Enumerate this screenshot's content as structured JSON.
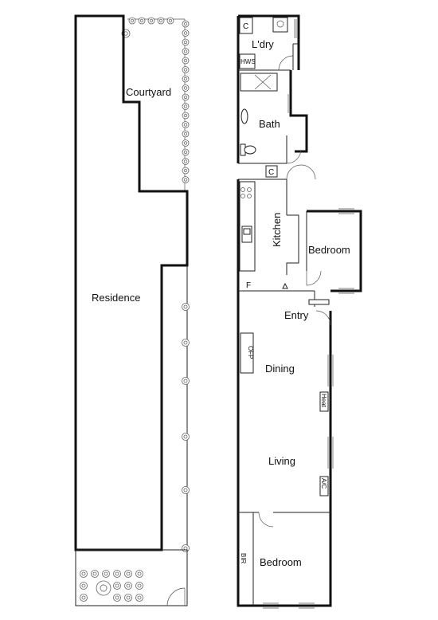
{
  "plan": {
    "neighbour": {
      "courtyard_label": "Courtyard",
      "residence_label": "Residence"
    },
    "rooms": {
      "laundry": "L'dry",
      "bath": "Bath",
      "kitchen": "Kitchen",
      "bedroom_front_side": "Bedroom",
      "entry": "Entry",
      "dining": "Dining",
      "living": "Living",
      "bedroom_rear": "Bedroom"
    },
    "fixtures": {
      "cupboard_laundry": "C",
      "hws": "HWS",
      "cupboard_kitchen": "C",
      "fridge": "F",
      "ofp": "OFP",
      "heat": "Heat",
      "ac": "A/C",
      "bir": "BIR"
    }
  }
}
